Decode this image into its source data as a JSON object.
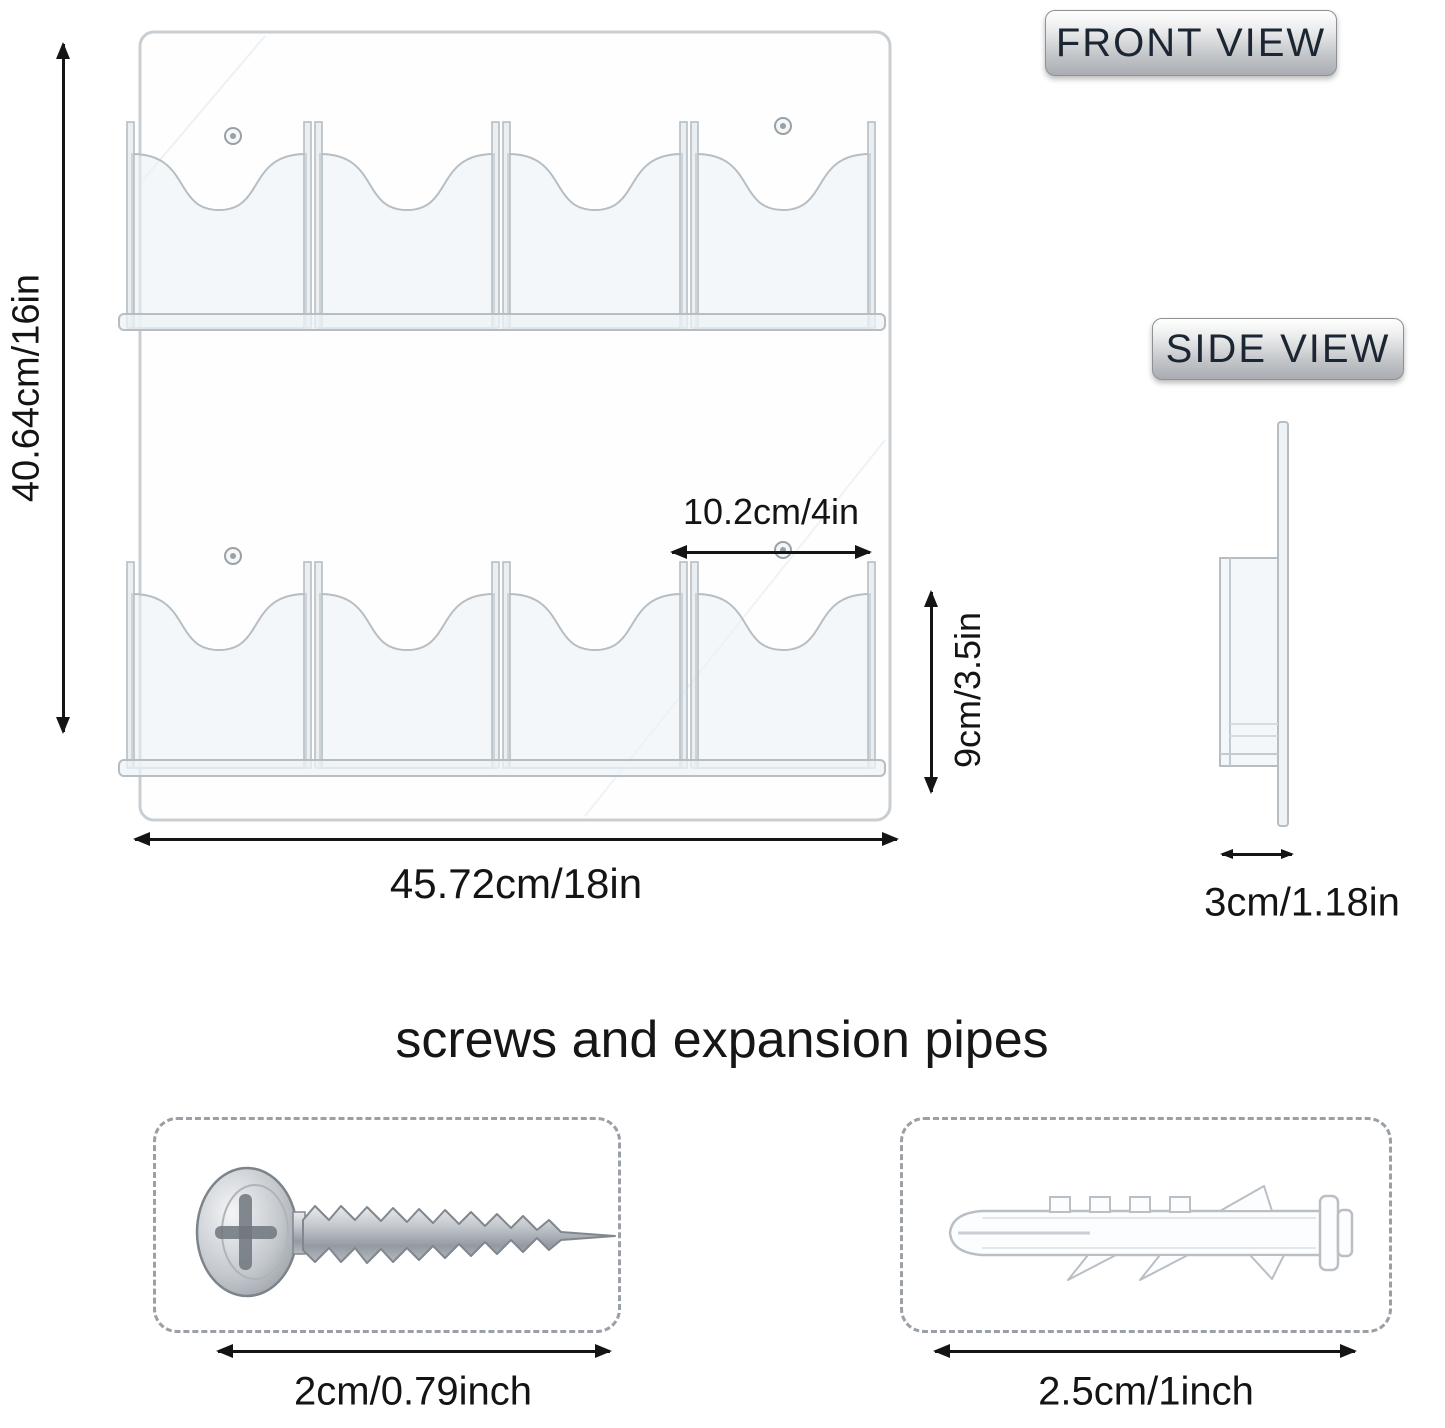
{
  "front_view": {
    "badge": "FRONT VIEW",
    "height_label": "40.64cm/16in",
    "width_label": "45.72cm/18in",
    "pocket_width_label": "10.2cm/4in",
    "pocket_height_label": "9cm/3.5in"
  },
  "side_view": {
    "badge": "SIDE VIEW",
    "depth_label": "3cm/1.18in"
  },
  "hardware": {
    "title": "screws and expansion pipes",
    "screw_label": "2cm/0.79inch",
    "anchor_label": "2.5cm/1inch"
  },
  "colors": {
    "text": "#141414",
    "line_art": "#b6bec4",
    "badge_text": "#1c2633"
  }
}
